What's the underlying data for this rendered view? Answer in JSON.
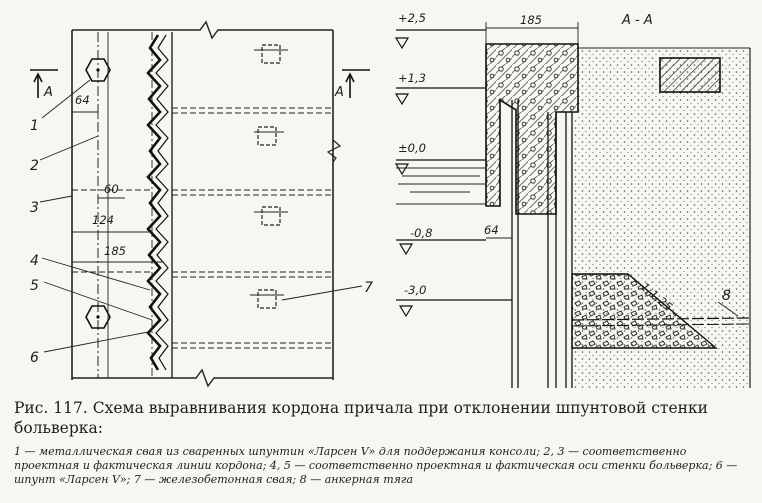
{
  "plan": {
    "section_mark_left": "A",
    "section_mark_right": "A",
    "dimensions": {
      "d64": "64",
      "d60": "60",
      "d124": "124",
      "d185": "185"
    },
    "callouts": {
      "n1": "1",
      "n2": "2",
      "n3": "3",
      "n4": "4",
      "n5": "5",
      "n6": "6",
      "n7": "7"
    }
  },
  "section": {
    "title": "А - А",
    "dim_185": "185",
    "dim_64": "64",
    "levels": {
      "l1": "+2,5",
      "l2": "+1,3",
      "l3": "±0,0",
      "l4": "-0,8",
      "l5": "-3,0"
    },
    "slope": "1:1,25",
    "callout_8": "8"
  },
  "caption": {
    "title": "Рис. 117. Схема выравнивания кордона причала при отклонении шпунтовой стенки больверка:",
    "legend": "1 — металлическая свая из сваренных шпунтин «Ларсен V» для поддержания консоли; 2, 3 — соответственно проектная и фактическая линии кордона; 4, 5 — соответственно проектная и фактическая оси стенки больверка; 6 — шпунт «Ларсен V»; 7 — железобетонная свая; 8 — анкерная тяга"
  }
}
